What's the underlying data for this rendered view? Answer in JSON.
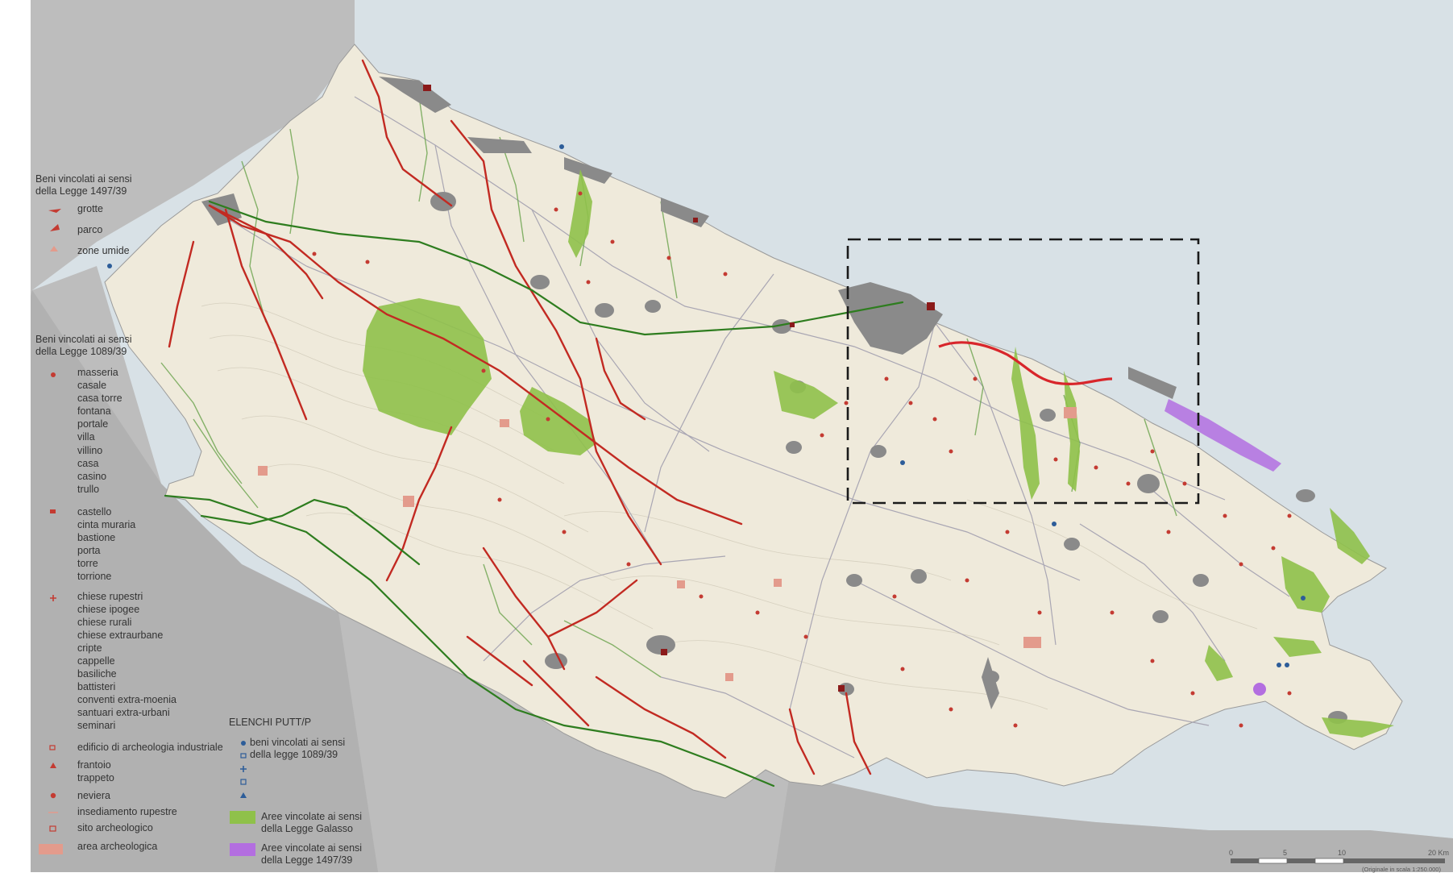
{
  "colors": {
    "sea": "#d8e1e6",
    "land": "#efeadb",
    "outside": "#bdbdbd",
    "outside_dark": "#a9a9a9",
    "urban": "#8a8a8a",
    "road": "#a9a6b3",
    "tratturo_red": "#c22a22",
    "tratturo_green": "#2e7d1f",
    "galasso_green": "#8fc14a",
    "hydro_green": "#6aa34c",
    "legge1497_purple": "#b36ee0",
    "archeo_area": "#e39b8c",
    "monument_red": "#c43b32",
    "putt_blue": "#2d5d99"
  },
  "legend_1497": {
    "title": "Beni vincolati ai sensi\ndella Legge 1497/39",
    "items": [
      "grotte",
      "parco",
      "zone umide"
    ]
  },
  "legend_1089": {
    "title": "Beni vincolati ai sensi\ndella Legge 1089/39",
    "group_masseria": [
      "masseria",
      "casale",
      "casa torre",
      "fontana",
      "portale",
      "villa",
      "villino",
      "casa",
      "casino",
      "trullo"
    ],
    "group_castello": [
      "castello",
      "cinta muraria",
      "bastione",
      "porta",
      "torre",
      "torrione"
    ],
    "group_chiese": [
      "chiese rupestri",
      "chiese ipogee",
      "chiese rurali",
      "chiese extraurbane",
      "cripte",
      "cappelle",
      "basiliche",
      "battisteri",
      "conventi extra-moenia",
      "santuari extra-urbani",
      "seminari"
    ],
    "edificio": "edificio di archeologia industriale",
    "frantoio": [
      "frantoio",
      "trappeto"
    ],
    "neviera": "neviera",
    "insediamento": "insediamento rupestre",
    "sito": "sito archeologico",
    "area": "area archeologica"
  },
  "legend_putt": {
    "title": "ELENCHI PUTT/P",
    "beni": "beni vincolati ai sensi\ndella legge 1089/39",
    "galasso": "Aree vincolate ai sensi\ndella Legge Galasso",
    "l1497": "Aree vincolate ai sensi\ndella Legge 1497/39"
  },
  "scale_bar": {
    "ticks": [
      "0",
      "5",
      "10",
      "20 Km"
    ],
    "note": "(Originale in scala 1:250.000)"
  }
}
